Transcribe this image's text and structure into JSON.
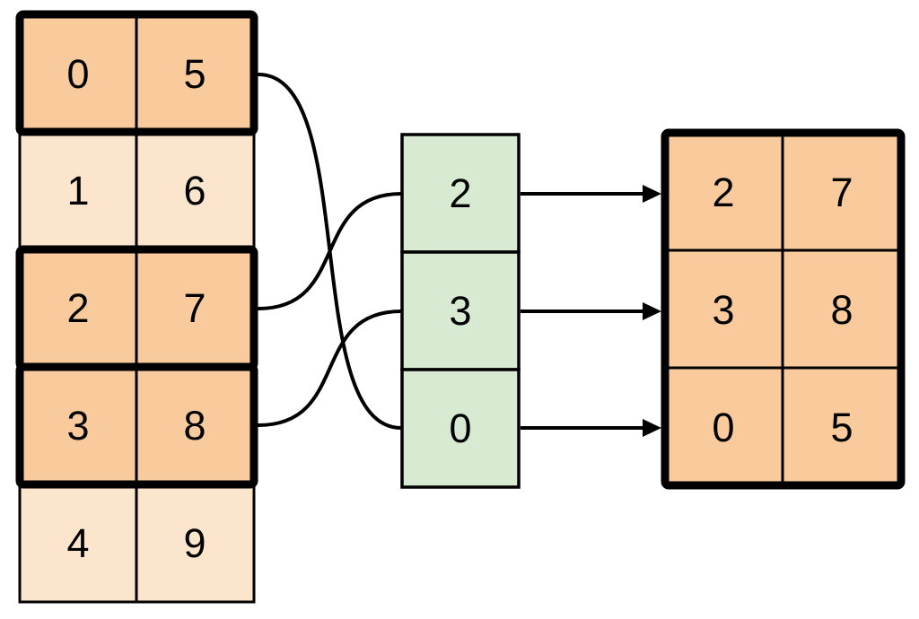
{
  "diagram": {
    "title": "row-indexing-diagram",
    "source_table": {
      "rows": [
        {
          "col0": "0",
          "col1": "5",
          "highlighted": true
        },
        {
          "col0": "1",
          "col1": "6",
          "highlighted": false
        },
        {
          "col0": "2",
          "col1": "7",
          "highlighted": true
        },
        {
          "col0": "3",
          "col1": "8",
          "highlighted": true
        },
        {
          "col0": "4",
          "col1": "9",
          "highlighted": false
        }
      ]
    },
    "index_column": {
      "cells": [
        "2",
        "3",
        "0"
      ]
    },
    "result_table": {
      "rows": [
        {
          "col0": "2",
          "col1": "7"
        },
        {
          "col0": "3",
          "col1": "8"
        },
        {
          "col0": "0",
          "col1": "5"
        }
      ]
    },
    "connections": {
      "curves": [
        {
          "from_source_row": "0 5",
          "to_index_cell": "0"
        },
        {
          "from_source_row": "2 7",
          "to_index_cell": "2"
        },
        {
          "from_source_row": "3 8",
          "to_index_cell": "3"
        }
      ],
      "arrows": [
        {
          "from_index_cell": "2",
          "to_result_row": "2 7"
        },
        {
          "from_index_cell": "3",
          "to_result_row": "3 8"
        },
        {
          "from_index_cell": "0",
          "to_result_row": "0 5"
        }
      ]
    }
  },
  "colors": {
    "highlight_fill": "#F9CB9C",
    "normal_fill": "#FCE5CD",
    "index_fill": "#D9EAD3",
    "stroke": "#000000",
    "background": "#FFFFFF"
  }
}
